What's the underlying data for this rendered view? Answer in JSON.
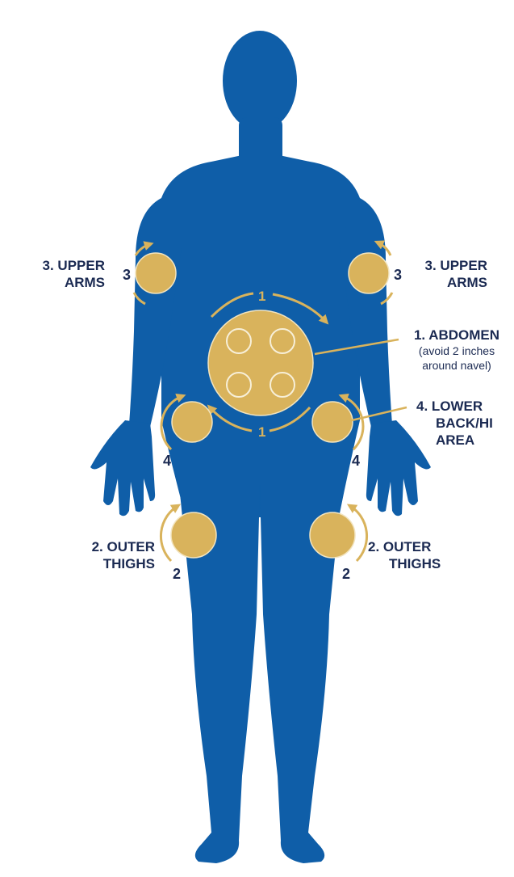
{
  "colors": {
    "body": "#0f5ea8",
    "site": "#d9b35c",
    "site_outline": "#f2e4bf",
    "arrow": "#d9b35c",
    "text": "#1b2a52"
  },
  "labels": {
    "upper_arms_left": {
      "line1": "3. UPPER",
      "line2": "ARMS"
    },
    "upper_arms_right": {
      "line1": "3. UPPER",
      "line2": "ARMS"
    },
    "abdomen": {
      "line1": "1. ABDOMEN",
      "line2": "(avoid 2 inches",
      "line3": "around navel)"
    },
    "lower_back": {
      "line1": "4. LOWER",
      "line2": "BACK/HI",
      "line3": "AREA"
    },
    "outer_thighs_left": {
      "line1": "2. OUTER",
      "line2": "THIGHS"
    },
    "outer_thighs_right": {
      "line1": "2. OUTER",
      "line2": "THIGHS"
    }
  },
  "site_numbers": {
    "upper_arm_left": "3",
    "upper_arm_right": "3",
    "abdomen_top": "1",
    "abdomen_bottom": "1",
    "hip_left": "4",
    "hip_right": "4",
    "thigh_left": "2",
    "thigh_right": "2"
  }
}
